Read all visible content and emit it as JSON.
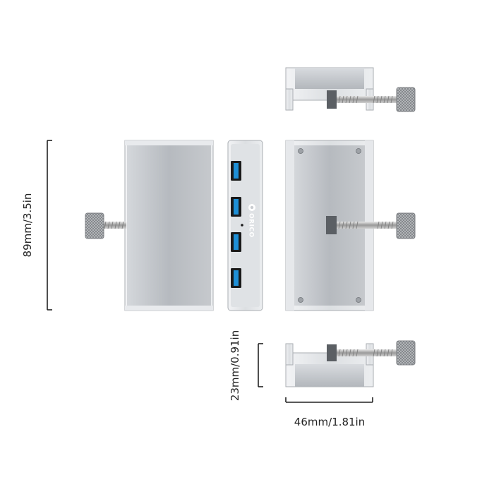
{
  "dimensions": {
    "height_label": "89mm/3.5in",
    "depth_label": "23mm/0.91in",
    "width_label": "46mm/1.81in"
  },
  "brand": {
    "logo_text": "ORICO"
  },
  "colors": {
    "aluminum_light": "#e4e6e9",
    "aluminum_mid": "#b9bdc2",
    "aluminum_dark": "#8e9297",
    "port_blue": "#1e8fd6",
    "port_black": "#1a1a1a",
    "dimension_line": "#222222"
  }
}
